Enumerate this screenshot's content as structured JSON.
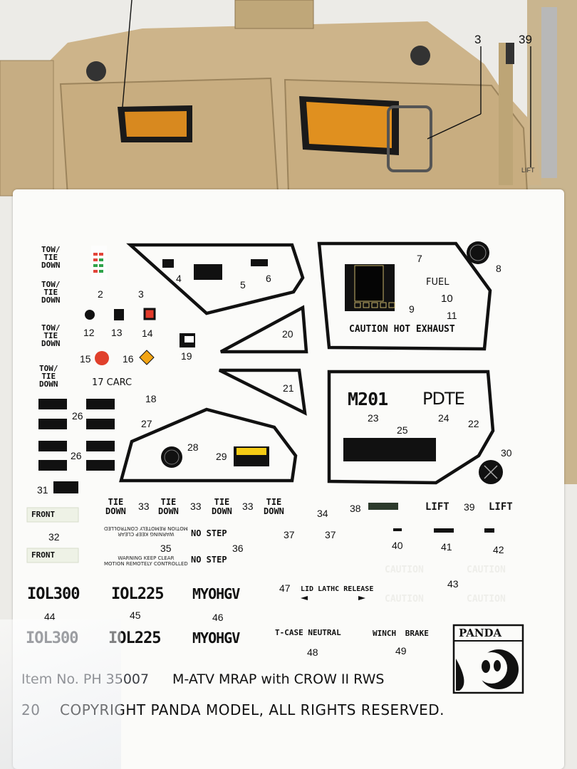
{
  "instruction": {
    "callouts": [
      "3",
      "39"
    ],
    "lift_label": "LIFT"
  },
  "decals": {
    "tow_down": [
      "TOW/\nTIE\nDOWN",
      "TOW/\nTIE\nDOWN",
      "TOW/\nTIE\nDOWN",
      "TOW/\nTIE\nDOWN"
    ],
    "numbers": {
      "n2": "2",
      "n3": "3",
      "n4": "4",
      "n5": "5",
      "n6": "6",
      "n7": "7",
      "n8": "8",
      "n9": "9",
      "n10": "10",
      "n11": "11",
      "n12": "12",
      "n13": "13",
      "n14": "14",
      "n15": "15",
      "n16": "16",
      "n18": "18",
      "n19": "19",
      "n20": "20",
      "n21": "21",
      "n22": "22",
      "n23": "23",
      "n24": "24",
      "n25": "25",
      "n26a": "26",
      "n26b": "26",
      "n27": "27",
      "n28": "28",
      "n29": "29",
      "n30": "30",
      "n31": "31",
      "n32": "32",
      "n33a": "33",
      "n33b": "33",
      "n33c": "33",
      "n34": "34",
      "n35": "35",
      "n36": "36",
      "n37a": "37",
      "n37b": "37",
      "n38": "38",
      "n39": "39",
      "n40": "40",
      "n41": "41",
      "n42": "42",
      "n43": "43",
      "n44": "44",
      "n45": "45",
      "n46": "46",
      "n47": "47",
      "n48": "48",
      "n49": "49"
    },
    "fuel": "FUEL",
    "caution_hot_exhaust": "CAUTION HOT EXHAUST",
    "carc": "17 CARC",
    "m201": "M201",
    "pdte": "PDTE",
    "tie_down": "TIE\nDOWN",
    "lift": "LIFT",
    "no_step": "NO STEP",
    "front": "FRONT",
    "warning_keep_clear": "WARNING KEEP CLEAR\nMOTION REMOTELY CONTROLLED",
    "registrations": [
      "IOL300",
      "IOL225",
      "MYOHGV"
    ],
    "lid_latch": "LID LATHC RELEASE",
    "t_case": "T-CASE NEUTRAL",
    "winch_brake": "WINCH BRAKE",
    "caution_ghost": "CAUTION"
  },
  "footer": {
    "item": "Item No. PH 35007",
    "product": "M-ATV MRAP with CROW II RWS",
    "copyright_prefix": "20",
    "copyright": "COPYRIGHT  PANDA MODEL, ALL RIGHTS RESERVED."
  },
  "logo": {
    "text": "PANDA"
  },
  "colors": {
    "sand": "#cdb48a",
    "decal_black": "#111111",
    "paper": "#fbfbf9"
  }
}
